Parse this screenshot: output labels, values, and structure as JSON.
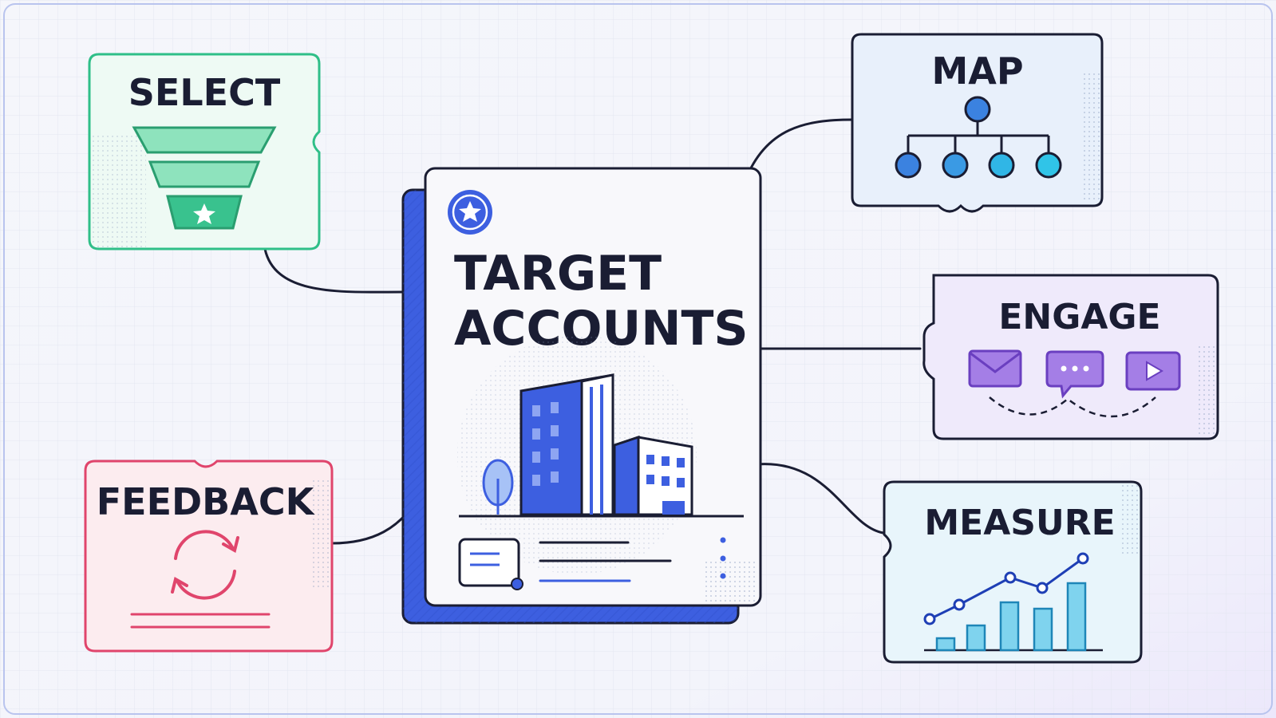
{
  "center": {
    "title_line1": "TARGET",
    "title_line2": "ACCOUNTS",
    "icon": "star-badge-icon",
    "illustration": "office-buildings-icon",
    "footer_icon": "account-card-icon"
  },
  "nodes": {
    "select": {
      "label": "SELECT",
      "icon": "funnel-icon",
      "color": "#2fbf88"
    },
    "map": {
      "label": "MAP",
      "icon": "org-chart-icon",
      "color": "#3b66d8"
    },
    "engage": {
      "label": "ENGAGE",
      "icon": "channels-icon",
      "color": "#8a5fd6"
    },
    "measure": {
      "label": "MEASURE",
      "icon": "growth-chart-icon",
      "color": "#29a8d8"
    },
    "feedback": {
      "label": "FEEDBACK",
      "icon": "refresh-cycle-icon",
      "color": "#e0456c"
    }
  },
  "colors": {
    "accent_blue": "#3d5fe0",
    "ink": "#1a1d33",
    "background": "#f4f5fa"
  }
}
